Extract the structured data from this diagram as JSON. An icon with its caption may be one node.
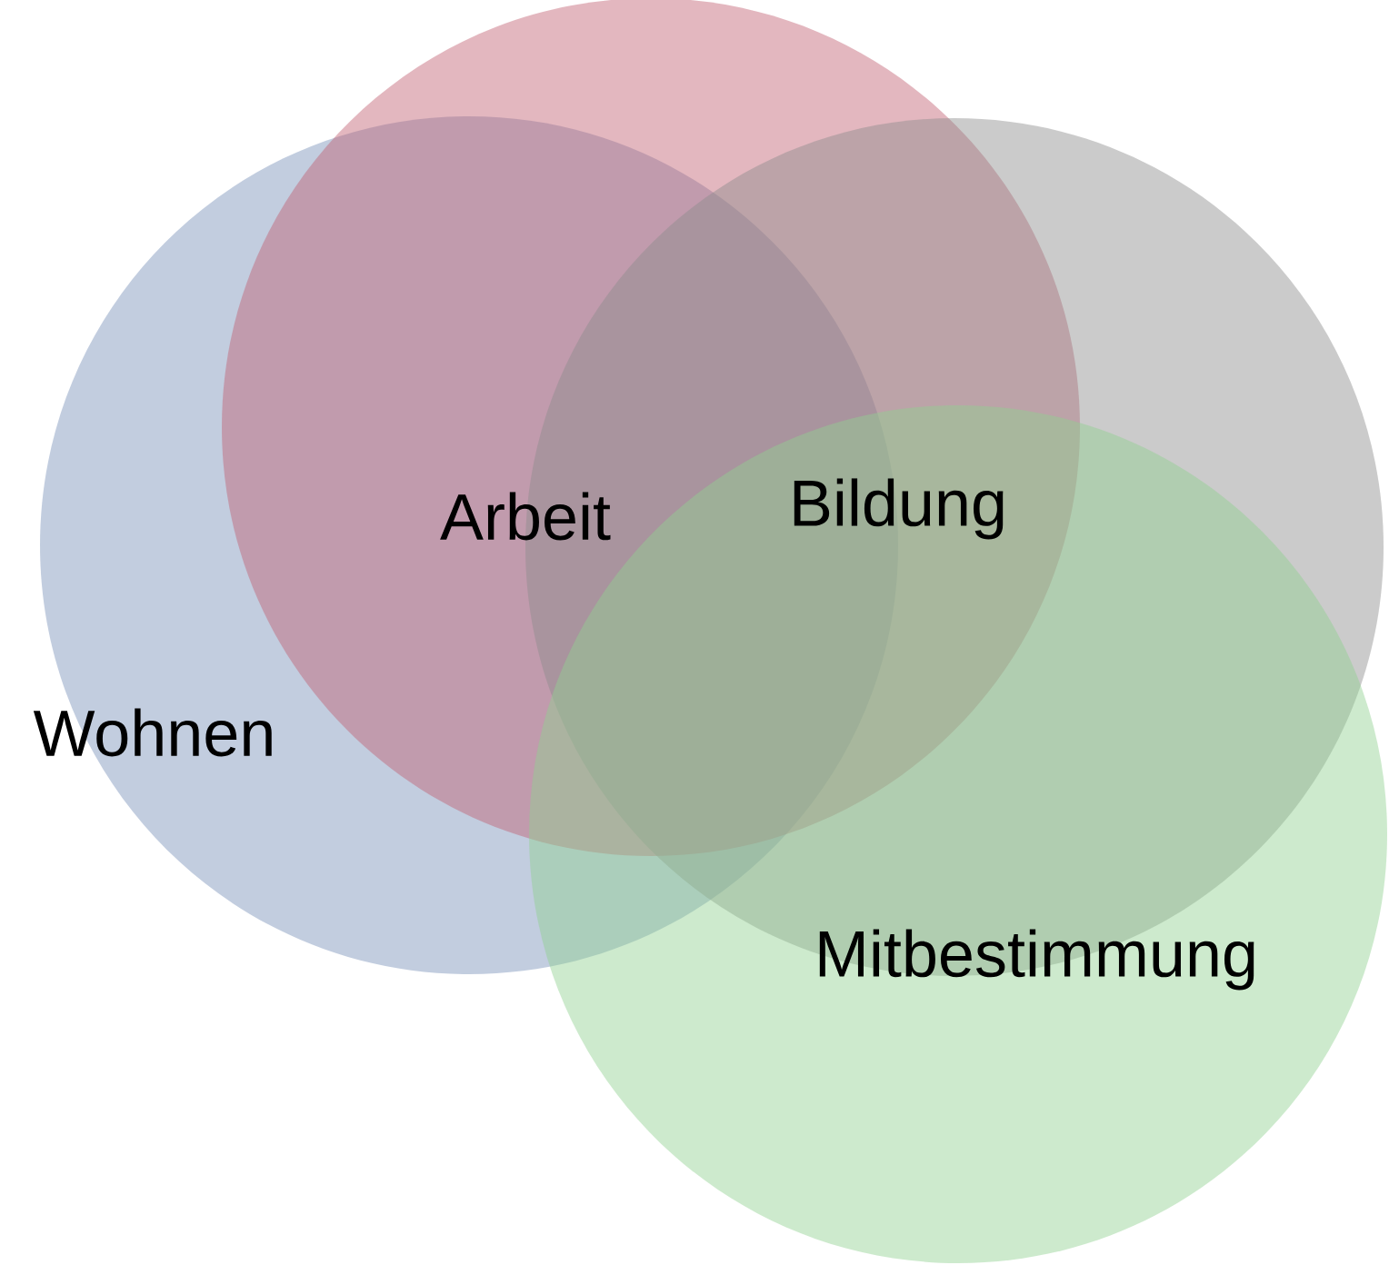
{
  "diagram": {
    "nodes": [
      {
        "text": [
          "Arbeit"
        ]
      },
      {
        "text": [
          "Wohnen"
        ]
      },
      {
        "text": [
          "Bildung"
        ]
      },
      {
        "text": [
          "Mitbestimmung"
        ]
      }
    ]
  }
}
